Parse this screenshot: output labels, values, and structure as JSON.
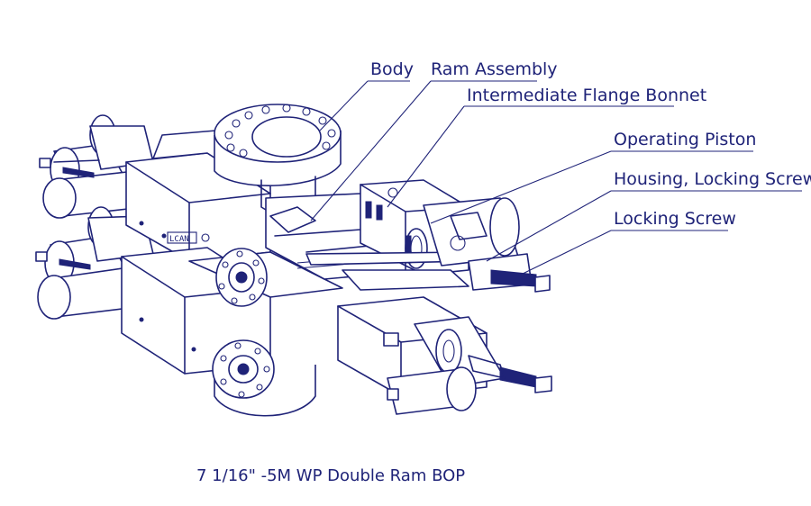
{
  "labels": {
    "body": "Body",
    "ram_assembly": "Ram Assembly",
    "intermediate_flange_bonnet": "Intermediate Flange Bonnet",
    "operating_piston": "Operating Piston",
    "housing_locking_screw": "Housing, Locking Screw",
    "locking_screw": "Locking Screw"
  },
  "caption": "7 1/16\" -5M  WP  Double Ram BOP",
  "colors": {
    "ink": "#1f2378",
    "paper": "#ffffff"
  }
}
